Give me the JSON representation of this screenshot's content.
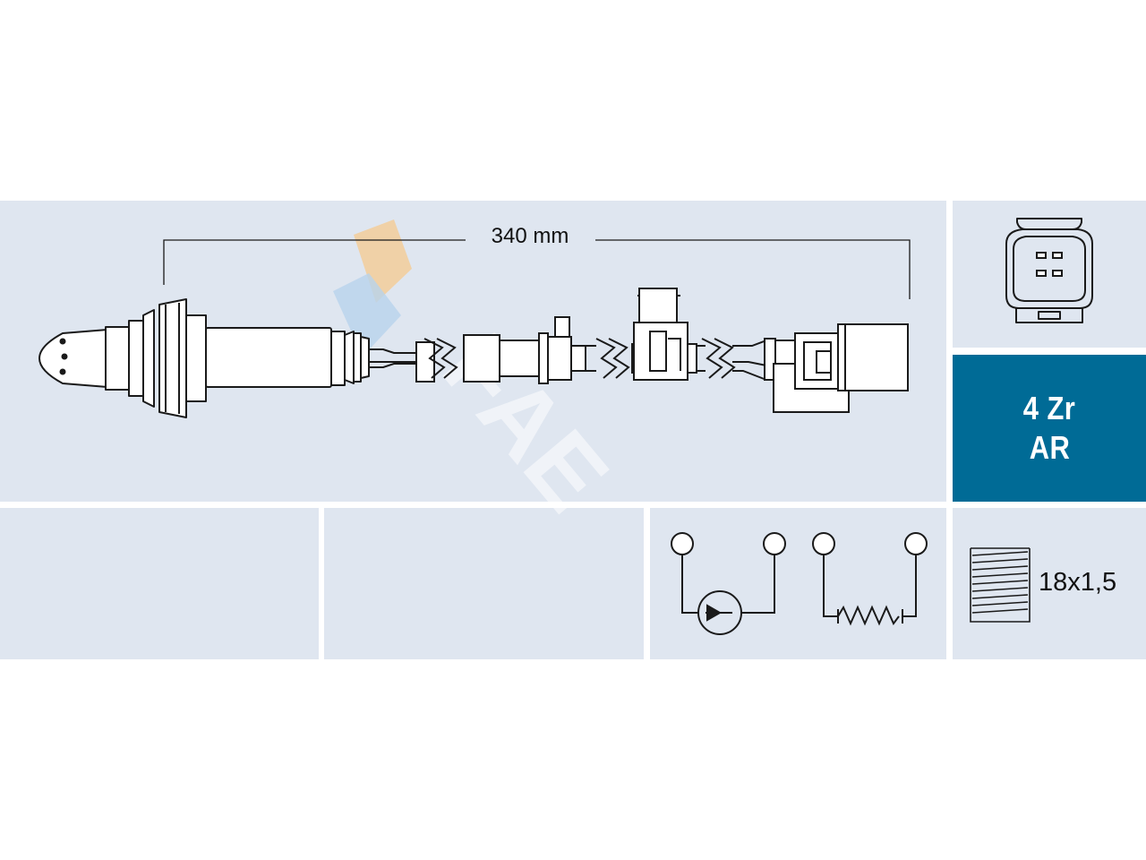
{
  "dimension": {
    "length_label": "340 mm"
  },
  "sensor_type": {
    "line1": "4 Zr",
    "line2": "AR"
  },
  "thread": {
    "label": "18x1,5"
  },
  "colors": {
    "panel_background": "#dfe6f0",
    "type_panel_background": "#006b96",
    "type_panel_text": "#ffffff",
    "line_color": "#1a1a1a",
    "watermark_orange": "#f5c98f",
    "watermark_blue": "#b8d3ec"
  },
  "icons": {
    "connector": "connector-face-4-pin-icon",
    "circuit_sensor": "sensor-element-symbol-icon",
    "circuit_heater": "heater-resistor-symbol-icon",
    "thread": "thread-icon"
  }
}
